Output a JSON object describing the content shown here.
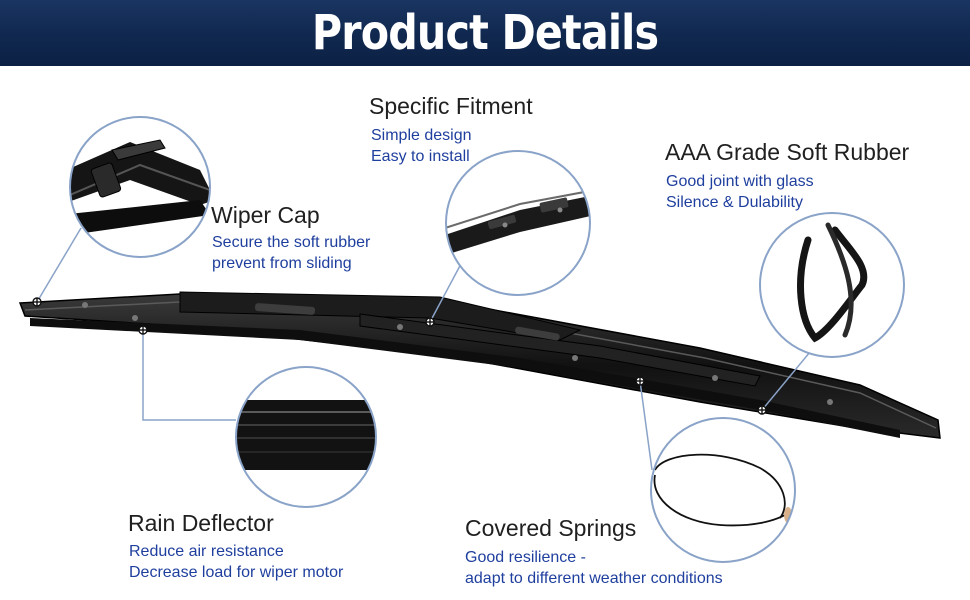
{
  "header": {
    "title": "Product Details"
  },
  "features": {
    "specific_fitment": {
      "title": "Specific Fitment",
      "lines": [
        "Simple design",
        "Easy to install"
      ]
    },
    "aaa_rubber": {
      "title": "AAA Grade Soft Rubber",
      "lines": [
        "Good joint with glass",
        "Silence & Dulability"
      ]
    },
    "wiper_cap": {
      "title": "Wiper Cap",
      "lines": [
        "Secure the soft rubber",
        "prevent from sliding"
      ]
    },
    "rain_deflector": {
      "title": "Rain Deflector",
      "lines": [
        "Reduce air resistance",
        "Decrease load for wiper motor"
      ]
    },
    "covered_springs": {
      "title": "Covered Springs",
      "lines": [
        "Good resilience -",
        "adapt to different weather conditions"
      ]
    }
  },
  "colors": {
    "banner": "#10284f",
    "callout_outline": "#8aa3c8",
    "description_text": "#1f3f9e",
    "title_text": "#202020",
    "blade": "#1a1a1a"
  }
}
